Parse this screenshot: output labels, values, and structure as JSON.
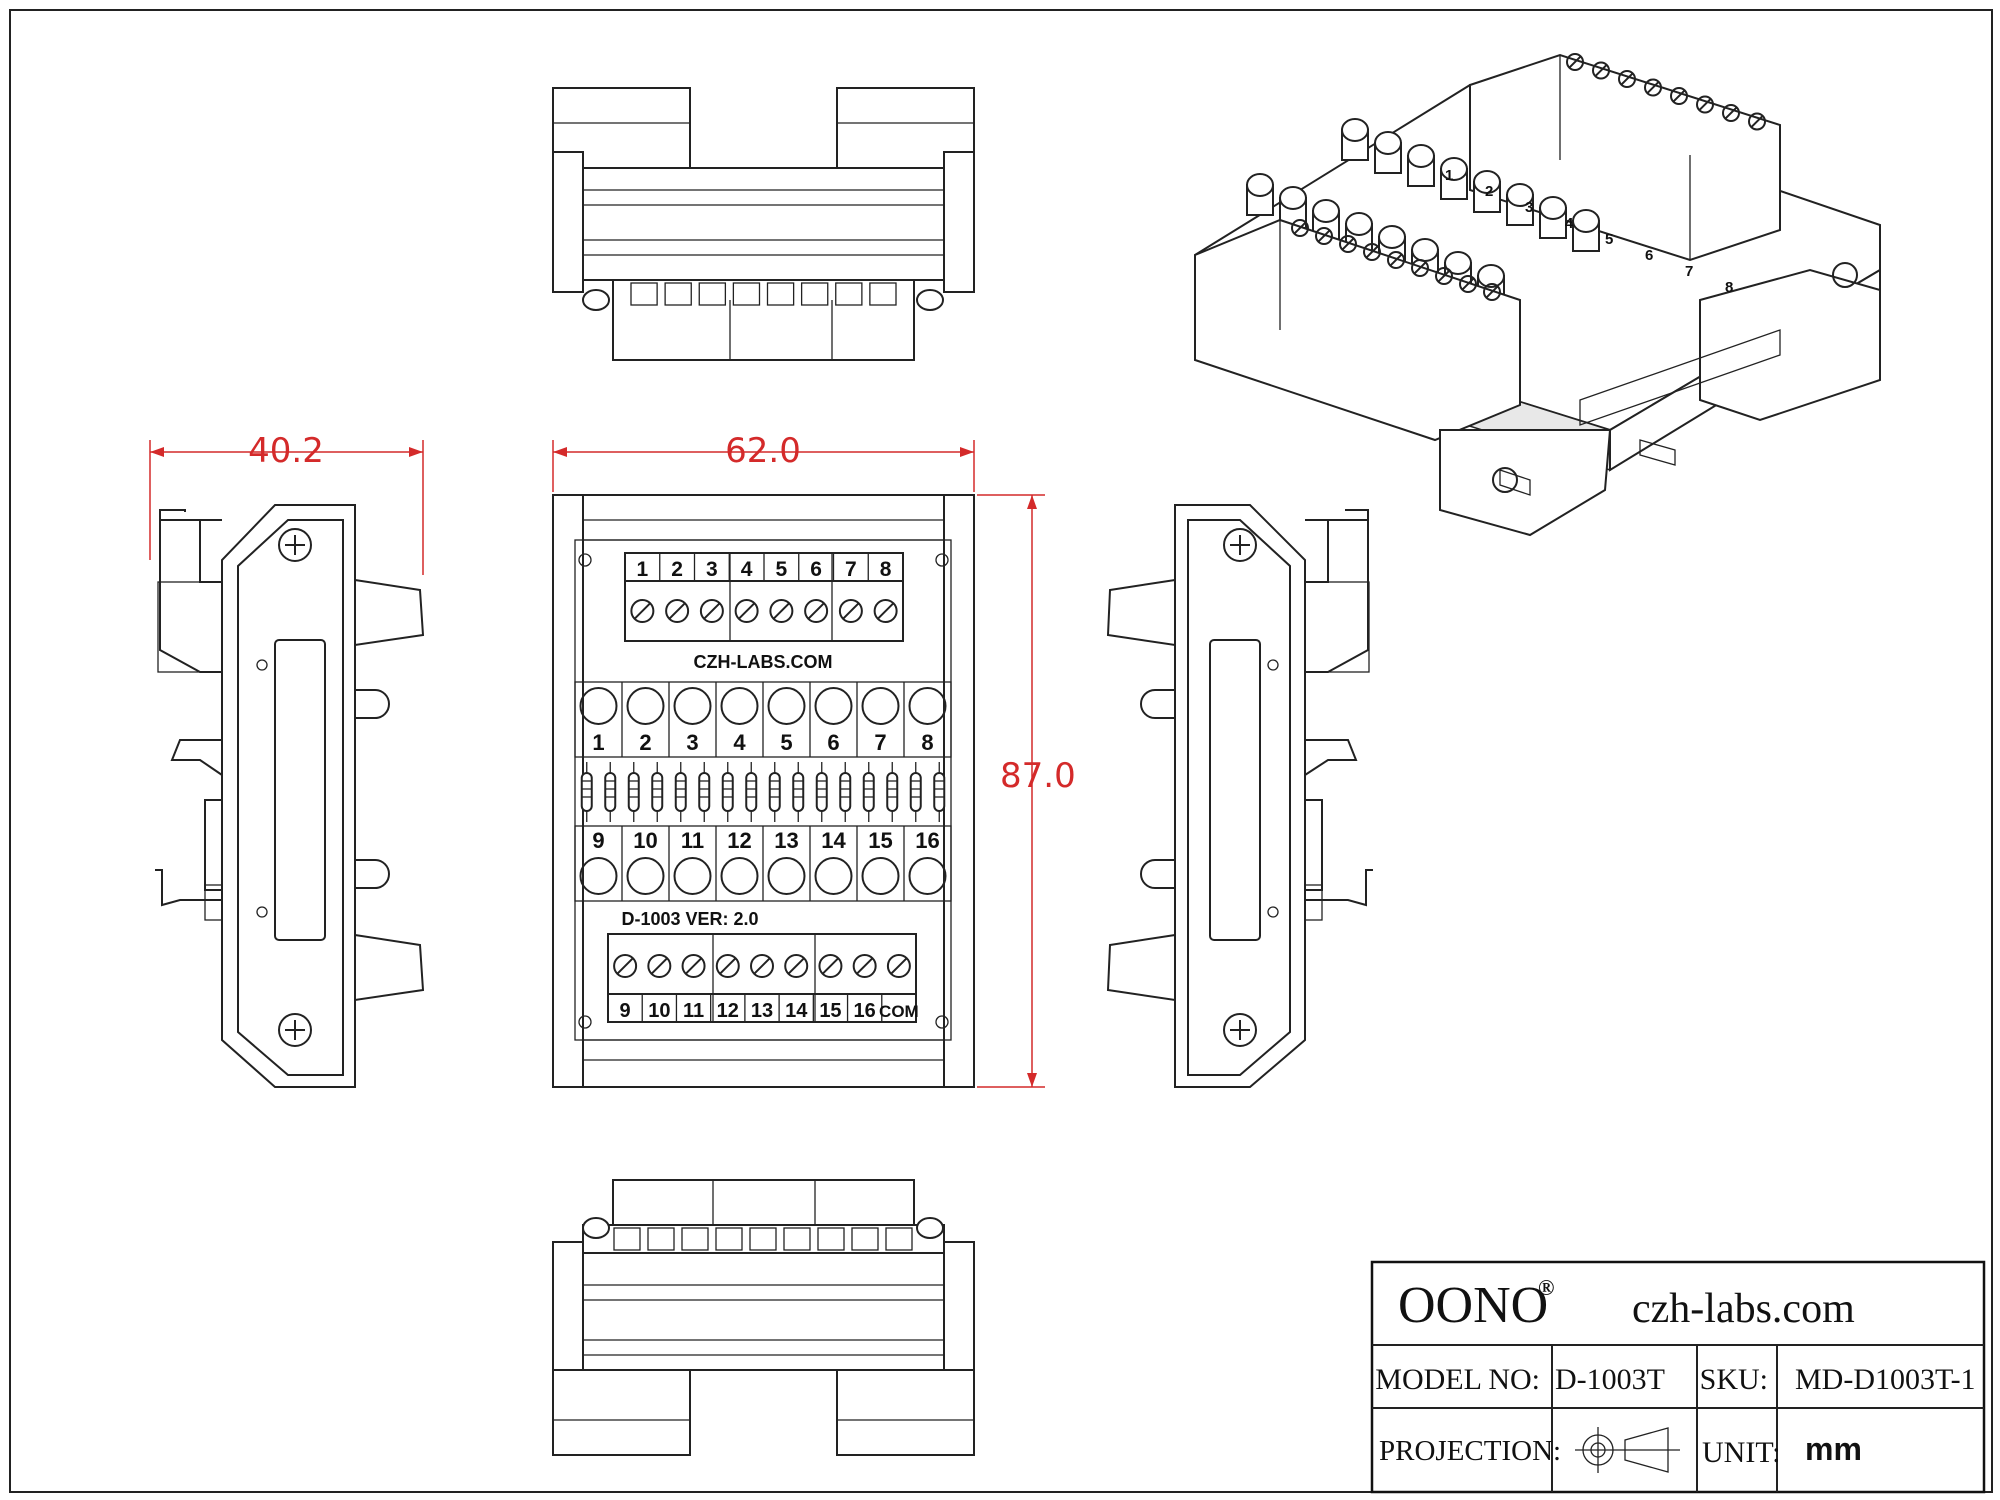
{
  "dimensions": {
    "depth": "40.2",
    "width": "62.0",
    "height": "87.0"
  },
  "board": {
    "brand_text": "CZH-LABS.COM",
    "version_text": "D-1003   VER: 2.0",
    "top_terminals": [
      "1",
      "2",
      "3",
      "4",
      "5",
      "6",
      "7",
      "8"
    ],
    "bottom_terminals": [
      "9",
      "10",
      "11",
      "12",
      "13",
      "14",
      "15",
      "16",
      "COM"
    ],
    "led_top_labels": [
      "1",
      "2",
      "3",
      "4",
      "5",
      "6",
      "7",
      "8"
    ],
    "led_bottom_labels": [
      "9",
      "10",
      "11",
      "12",
      "13",
      "14",
      "15",
      "16"
    ]
  },
  "iso_labels": [
    "1",
    "2",
    "3",
    "4",
    "5",
    "6",
    "7",
    "8"
  ],
  "title_block": {
    "brand": "OONO",
    "registered": "®",
    "website": "czh-labs.com",
    "model_label": "MODEL NO:",
    "model_value": "D-1003T",
    "sku_label": "SKU:",
    "sku_value": "MD-D1003T-1",
    "projection_label": "PROJECTION:",
    "unit_label": "UNIT:",
    "unit_value": "mm"
  },
  "colors": {
    "drawing": "#222222",
    "dimension": "#d42a2a"
  }
}
